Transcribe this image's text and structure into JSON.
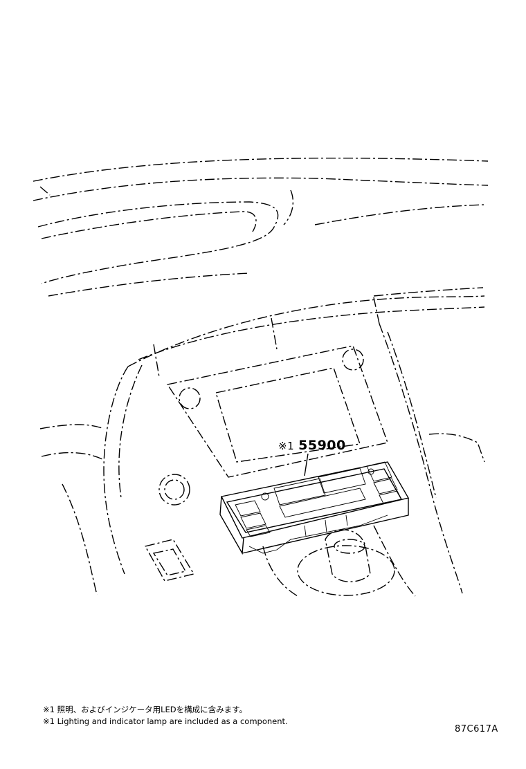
{
  "callout": {
    "mark": "※1",
    "part_number": "55900"
  },
  "notes": [
    "※1 照明、およびインジケータ用LEDを構成に含みます。",
    "※1 Lighting and indicator lamp are included as a component."
  ],
  "illustration_code": "87C617A"
}
